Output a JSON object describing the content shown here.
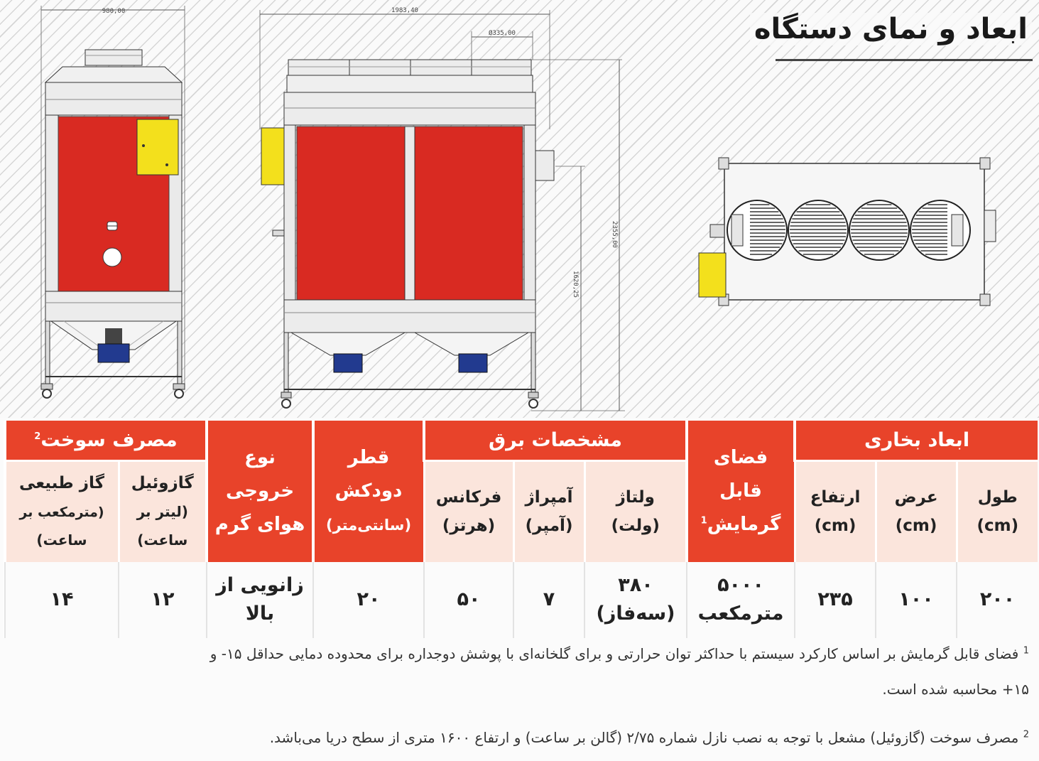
{
  "page": {
    "title": "ابعاد و نمای دستگاه"
  },
  "drawing": {
    "dim_side_width": "980,00",
    "dim_front_length": "1983,40",
    "dim_chimney": "Ø335,00",
    "dim_height_total": "2355,00",
    "dim_height_outlet": "1620,25",
    "colors": {
      "panel": "#d92a22",
      "control_box": "#f3e01c",
      "motor": "#223a8f",
      "frame": "#e9e9e9"
    }
  },
  "table": {
    "groups": {
      "dimensions": "ابعاد بخاری",
      "heating_space": "فضای قابل گرمایش",
      "heating_space_note": "1",
      "electrical": "مشخصات برق",
      "chimney": "قطر دودکش",
      "outlet": "نوع خروجی هوای گرم",
      "fuel": "مصرف سوخت",
      "fuel_note": "2"
    },
    "subheaders": {
      "length": [
        "طول",
        "(cm)"
      ],
      "width": [
        "عرض",
        "(cm)"
      ],
      "height": [
        "ارتفاع",
        "(cm)"
      ],
      "voltage": [
        "ولتاژ",
        "(ولت)"
      ],
      "ampere": [
        "آمپراژ",
        "(آمپر)"
      ],
      "frequency": [
        "فرکانس",
        "(هرتز)"
      ],
      "chimney_unit": "(سانتی‌متر)",
      "gasoil": [
        "گازوئیل",
        "(لیتر بر",
        "ساعت)"
      ],
      "natural_gas": [
        "گاز طبیعی",
        "(مترمکعب بر",
        "ساعت)"
      ]
    },
    "values": {
      "length": "۲۰۰",
      "width": "۱۰۰",
      "height": "۲۳۵",
      "heating_space": [
        "۵۰۰۰",
        "مترمکعب"
      ],
      "voltage": [
        "۳۸۰",
        "(سه‌فاز)"
      ],
      "ampere": "۷",
      "frequency": "۵۰",
      "chimney": "۲۰",
      "outlet": [
        "زانویی از",
        "بالا"
      ],
      "gasoil": "۱۲",
      "natural_gas": "۱۴"
    }
  },
  "notes": {
    "note1_mark": "1",
    "note1_line1": "فضای قابل گرمایش بر اساس کارکرد سیستم با حداکثر توان حرارتی و برای گلخانه‌ای با پوشش دوجداره برای محدوده دمایی حداقل ۱۵- و",
    "note1_line2": "۱۵+ محاسبه شده است.",
    "note2_mark": "2",
    "note2": "مصرف سوخت (گازوئیل) مشعل با توجه به نصب نازل شماره ۲/۷۵ (گالن بر ساعت) و ارتفاع ۱۶۰۰ متری از سطح دریا می‌باشد."
  }
}
